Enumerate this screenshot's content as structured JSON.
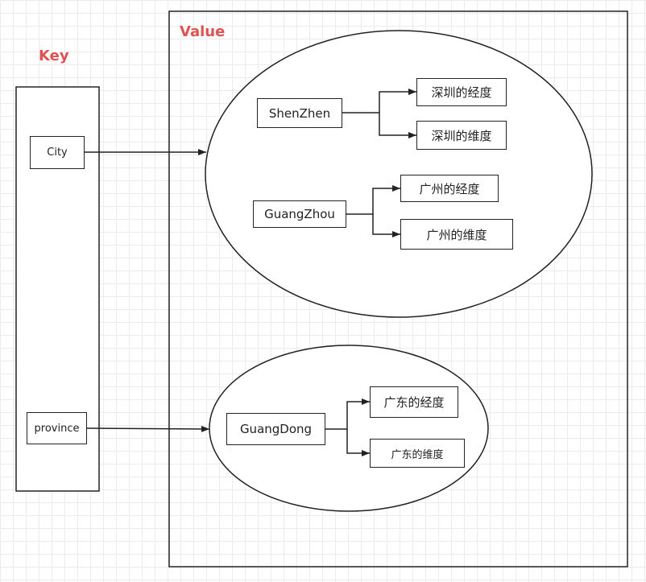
{
  "colors": {
    "heading": "#e05252",
    "stroke": "#222222",
    "grid": "#ececec"
  },
  "headings": {
    "key": "Key",
    "value": "Value"
  },
  "keys": {
    "city": "City",
    "province": "province"
  },
  "city_group": {
    "shenzhen": {
      "name": "ShenZhen",
      "longitude": "深圳的经度",
      "latitude": "深圳的维度"
    },
    "guangzhou": {
      "name": "GuangZhou",
      "longitude": "广州的经度",
      "latitude": "广州的维度"
    }
  },
  "province_group": {
    "guangdong": {
      "name": "GuangDong",
      "longitude": "广东的经度",
      "latitude": "广东的维度"
    }
  }
}
